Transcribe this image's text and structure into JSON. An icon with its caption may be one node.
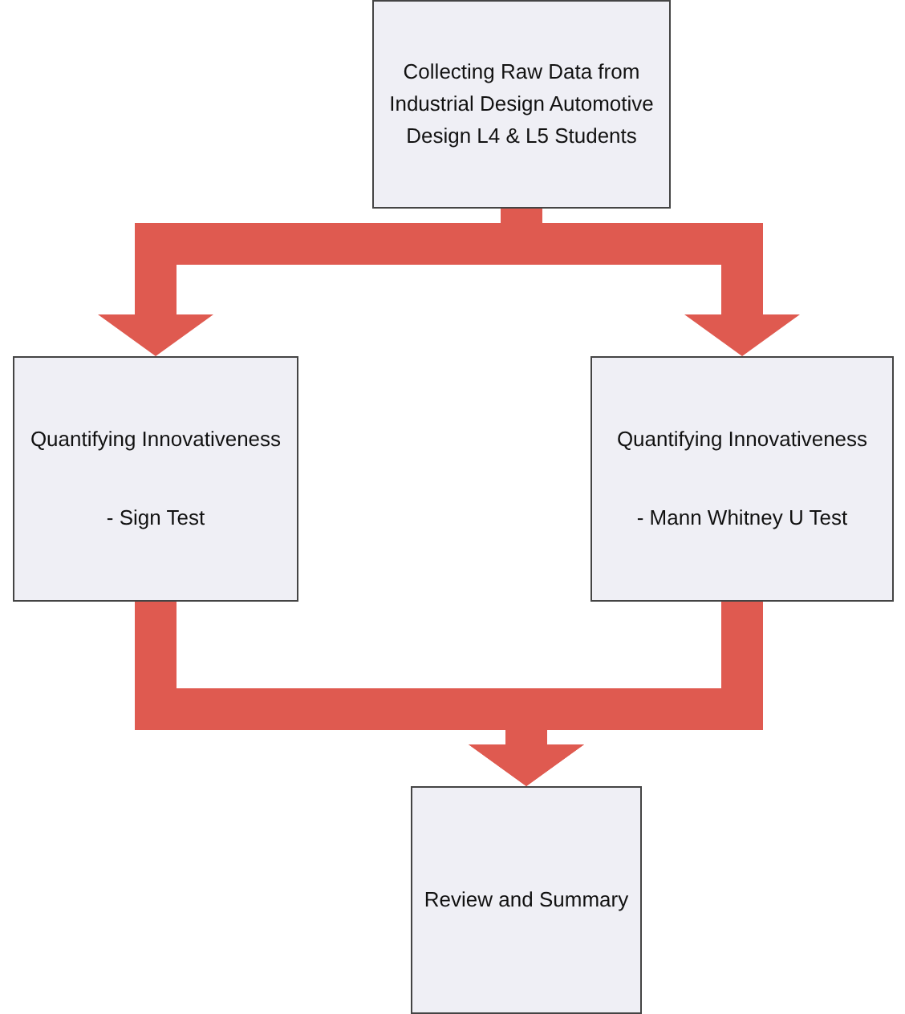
{
  "diagram": {
    "nodes": [
      {
        "text": [
          "Collecting Raw Data from Industrial Design Automotive Design L4 & L5 Students"
        ]
      },
      {
        "text": [
          "Quantifying Innovativeness",
          "- Sign Test"
        ]
      },
      {
        "text": [
          "Quantifying Innovativeness",
          "- Mann Whitney U Test"
        ]
      },
      {
        "text": [
          "Review and Summary"
        ]
      }
    ],
    "edges": [
      {
        "from": 0,
        "to": 1,
        "arrow": "to"
      },
      {
        "from": 0,
        "to": 2,
        "arrow": "to"
      },
      {
        "from": 1,
        "to": 3,
        "arrow": "to"
      },
      {
        "from": 2,
        "to": 3,
        "arrow": "to"
      }
    ]
  }
}
